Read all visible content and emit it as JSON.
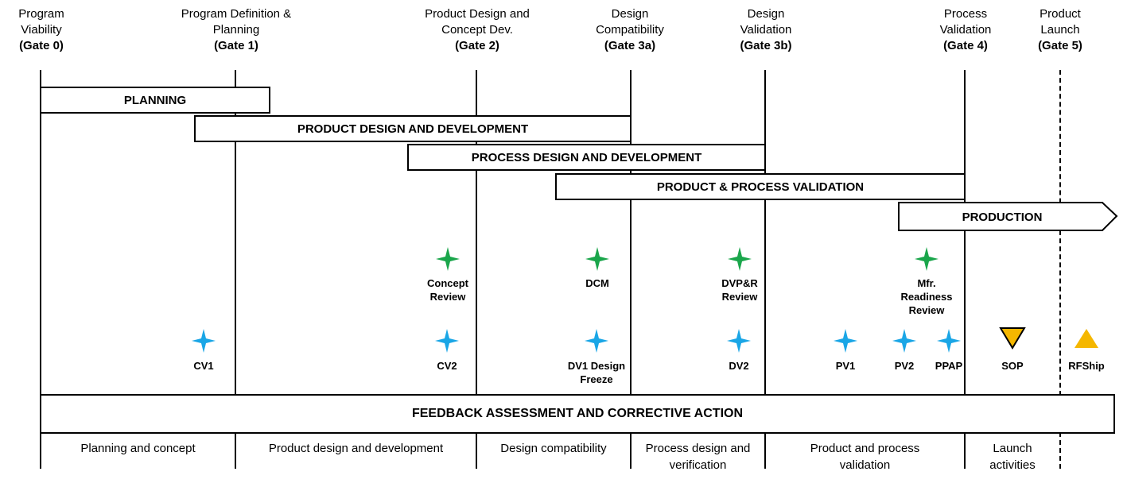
{
  "gates": [
    {
      "name": "Program\nViability",
      "id": "(Gate 0)"
    },
    {
      "name": "Program Definition &\nPlanning",
      "id": "(Gate 1)"
    },
    {
      "name": "Product Design and\nConcept Dev.",
      "id": "(Gate 2)"
    },
    {
      "name": "Design\nCompatibility",
      "id": "(Gate 3a)"
    },
    {
      "name": "Design\nValidation",
      "id": "(Gate 3b)"
    },
    {
      "name": "Process\nValidation",
      "id": "(Gate 4)"
    },
    {
      "name": "Product\nLaunch",
      "id": "(Gate 5)"
    }
  ],
  "bars": {
    "planning": "PLANNING",
    "product_design": "PRODUCT DESIGN AND DEVELOPMENT",
    "process_design": "PROCESS DESIGN AND DEVELOPMENT",
    "validation": "PRODUCT & PROCESS VALIDATION",
    "production": "PRODUCTION",
    "feedback": "FEEDBACK ASSESSMENT AND CORRECTIVE ACTION"
  },
  "reviews": [
    {
      "label": "Concept\nReview"
    },
    {
      "label": "DCM"
    },
    {
      "label": "DVP&R\nReview"
    },
    {
      "label": "Mfr.\nReadiness\nReview"
    }
  ],
  "milestones": [
    {
      "label": "CV1"
    },
    {
      "label": "CV2"
    },
    {
      "label": "DV1 Design\nFreeze"
    },
    {
      "label": "DV2"
    },
    {
      "label": "PV1"
    },
    {
      "label": "PV2"
    },
    {
      "label": "PPAP"
    },
    {
      "label": "SOP"
    },
    {
      "label": "RFShip"
    }
  ],
  "phases": [
    "Planning and concept",
    "Product design and development",
    "Design compatibility",
    "Process design and\nverification",
    "Product and process\nvalidation",
    "Launch\nactivities"
  ],
  "colors": {
    "review_star": "#1aa64b",
    "milestone_star": "#1aa6e6",
    "sop_triangle": "#f5b700",
    "rfship_triangle": "#f5b700"
  }
}
